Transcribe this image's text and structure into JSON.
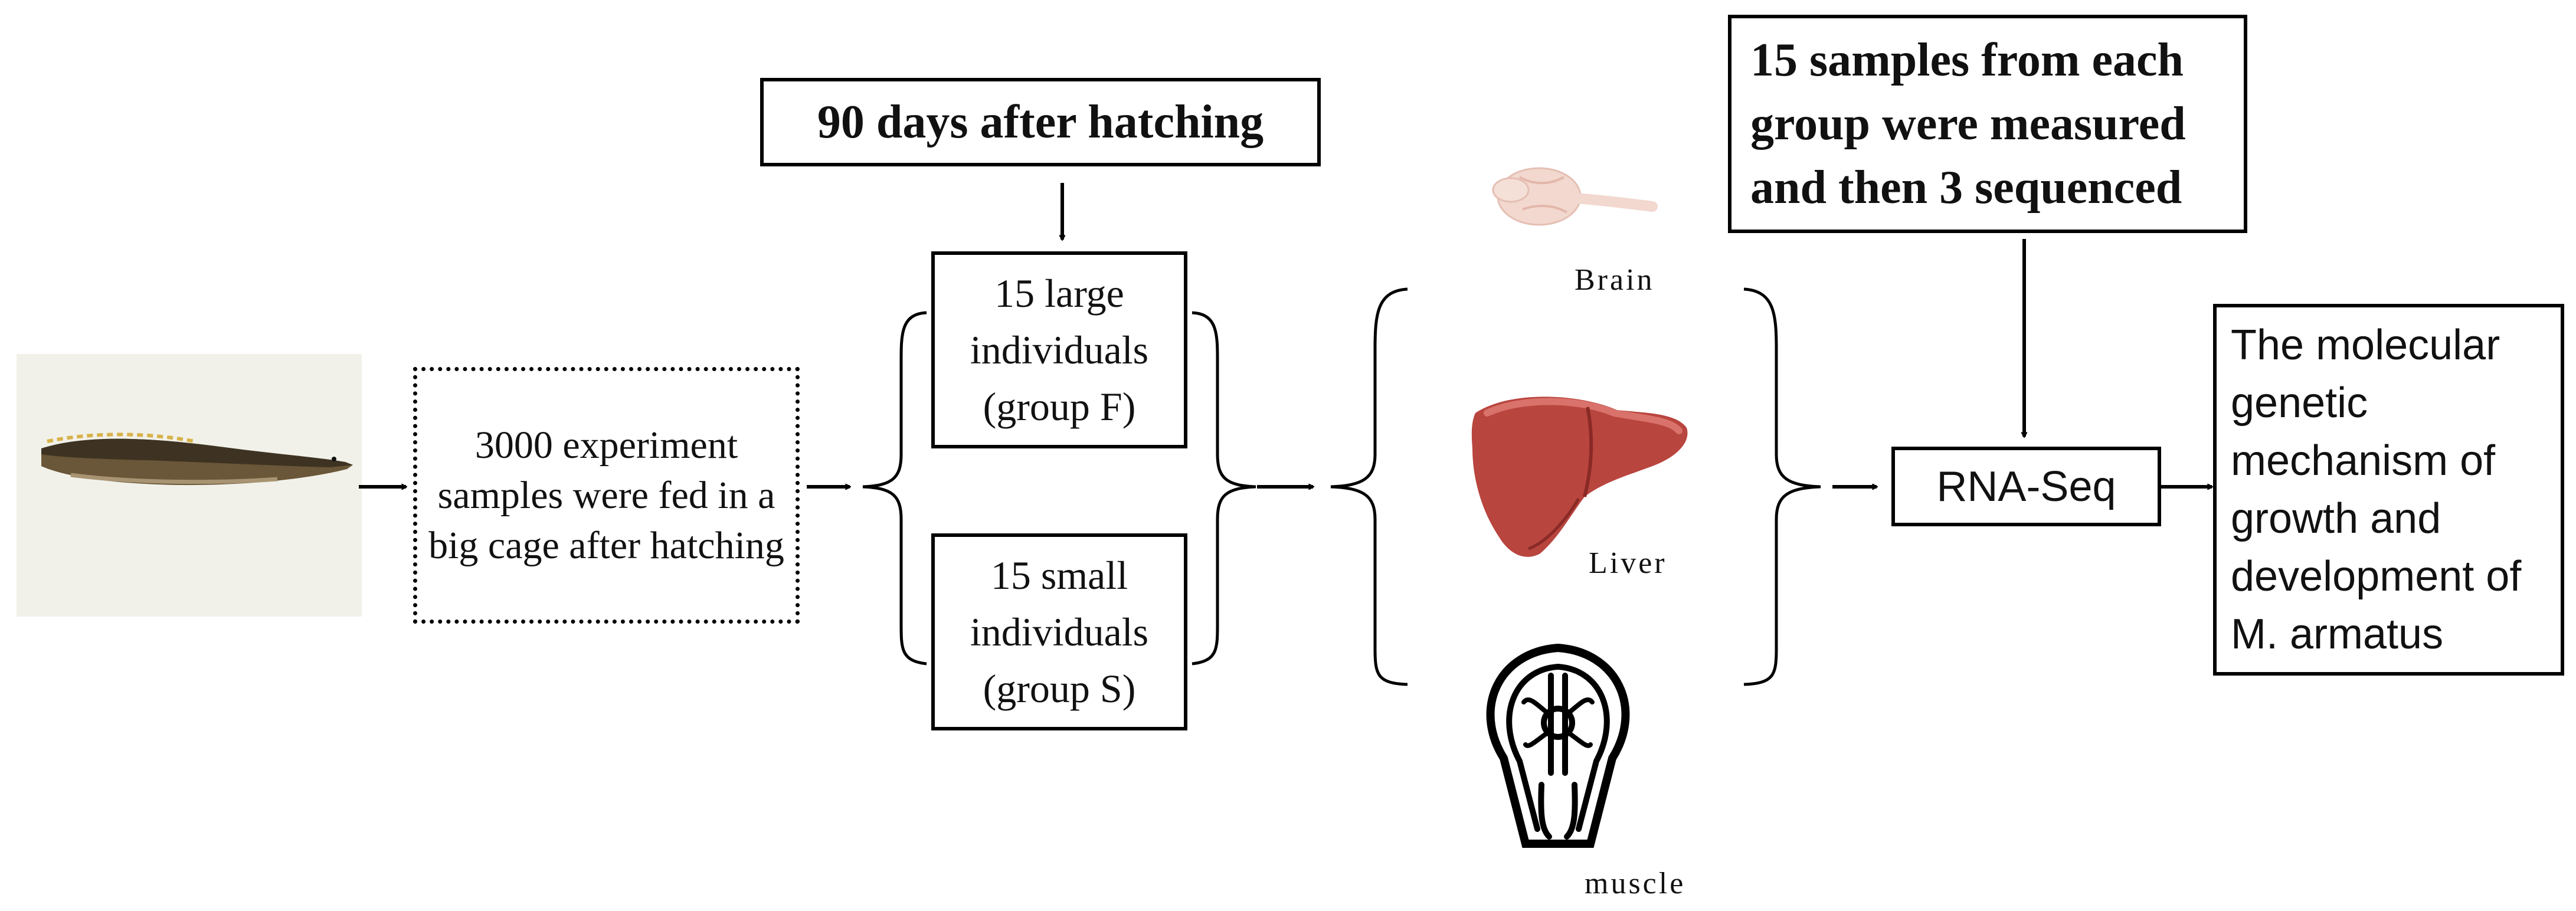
{
  "step_feed": "3000 experiment samples were fed in a big cage after hatching",
  "step_time": "90 days after hatching",
  "group_large": "15 large individuals (group F)",
  "group_small": "15 small individuals (group S)",
  "tissues": {
    "brain": "Brain",
    "liver": "Liver",
    "muscle": "muscle"
  },
  "step_sampling": "15 samples from each group were measured and then 3 sequenced",
  "step_rnaseq": "RNA-Seq",
  "outcome": "The molecular genetic mechanism of growth and development of M. armatus",
  "colors": {
    "line": "#000000",
    "liver": "#b9453f",
    "brain": "#f2d8cf",
    "photo_bg": "#f1f1ea",
    "fish": "#4a3f2c"
  },
  "icons": [
    "fish-photo",
    "brain-icon",
    "liver-icon",
    "muscle-icon"
  ]
}
